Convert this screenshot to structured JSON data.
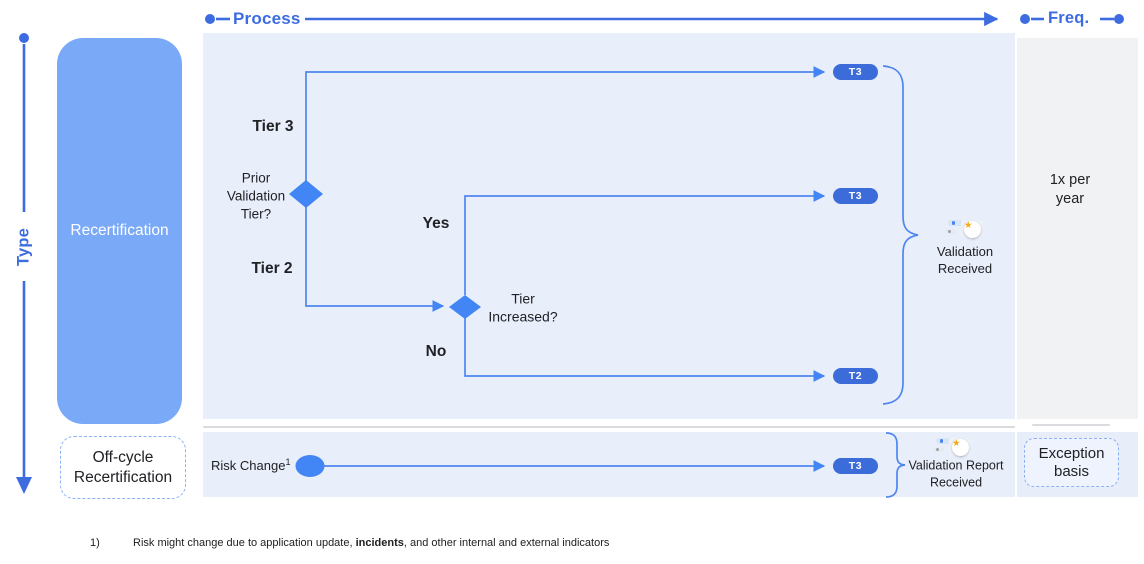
{
  "axes": {
    "process": "Process",
    "freq": "Freq.",
    "type": "Type"
  },
  "type_rows": {
    "recurring": "Recertification",
    "off_cycle": "Off-cycle\nRecertification"
  },
  "flow": {
    "tier3": "Tier 3",
    "tier2": "Tier 2",
    "prior_validation": "Prior\nValidation\nTier?",
    "yes": "Yes",
    "no": "No",
    "tier_increased": "Tier\nIncreased?",
    "pills": [
      {
        "label": "T3"
      },
      {
        "label": "T3"
      },
      {
        "label": "T2"
      },
      {
        "label": "T3"
      }
    ],
    "validation_received": "Validation\nReceived",
    "risk_change": "Risk Change",
    "risk_change_ref": "1",
    "validation_report_received": "Validation Report\nReceived",
    "certificate_icon": "certificate-star-icon",
    "star_glyph": "★"
  },
  "frequency": {
    "recurring": "1x per\nyear",
    "off_cycle": "Exception\nbasis"
  },
  "footnote": {
    "number": "1)",
    "before": "Risk might change due to application update, ",
    "bold": "incidents",
    "after": ", and other internal and external indicators"
  },
  "colors": {
    "accent_blue": "#3d6ce0",
    "flow_blue": "#4e86f0",
    "shape_blue": "#4285f4",
    "pill_blue": "#3b6cd9",
    "row_box_blue": "#7aa9f7",
    "panel_blue": "#e9eefb",
    "panel_gray": "#f1f2f4",
    "star_orange": "#f4a912"
  }
}
